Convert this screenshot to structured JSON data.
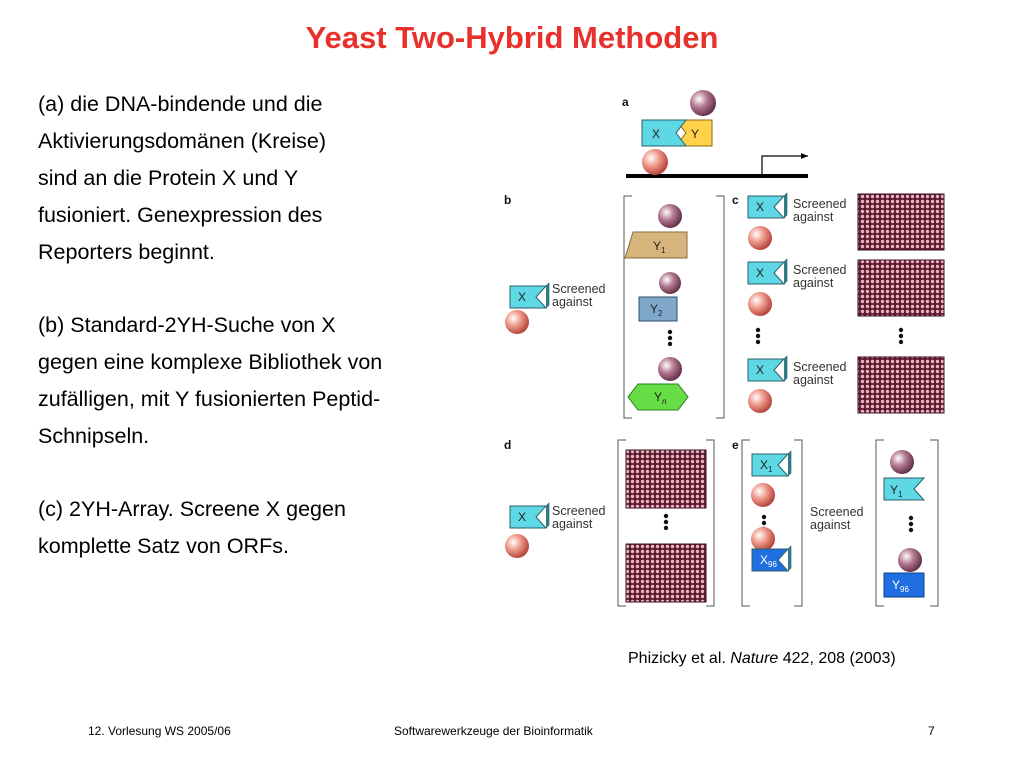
{
  "slide": {
    "title": "Yeast Two-Hybrid Methoden",
    "paragraphs": [
      "(a) die DNA-bindende und die\nAktivierungsdomänen (Kreise)\nsind an die Protein X und Y\nfusioniert. Genexpression des\nReporters beginnt.",
      "(b) Standard-2YH-Suche von X\ngegen eine komplexe Bibliothek von\nzufälligen, mit  Y fusionierten Peptid-\nSchnipseln.",
      "(c) 2YH-Array. Screene X gegen\nkomplette Satz von ORFs."
    ],
    "citation": {
      "authors": "Phizicky et al. ",
      "journal": "Nature",
      "details": " 422, 208 (2003)"
    }
  },
  "footer": {
    "left": "12. Vorlesung WS 2005/06",
    "center": "Softwarewerkzeuge der Bioinformatik",
    "page": "7"
  },
  "figure": {
    "panel_labels": [
      "a",
      "b",
      "c",
      "d",
      "e"
    ],
    "protein_x": "X",
    "protein_y": "Y",
    "screened_line1": "Screened",
    "screened_line2": "against",
    "y_labels": [
      "Y1",
      "Y2",
      "Yn"
    ],
    "x_array_labels": [
      "X1",
      "X96"
    ],
    "y_array_labels": [
      "Y1",
      "Y96"
    ],
    "colors": {
      "title": "#e8312b",
      "cyan": "#5fd8e6",
      "yellow": "#ffd24a",
      "tan": "#d7b47c",
      "steel": "#7fa7c9",
      "green": "#66dd44",
      "blue": "#1f6fe0",
      "plate": "#5b1a2c",
      "sphere_top": "#a0627d",
      "sphere_bottom": "#e8847a"
    }
  }
}
